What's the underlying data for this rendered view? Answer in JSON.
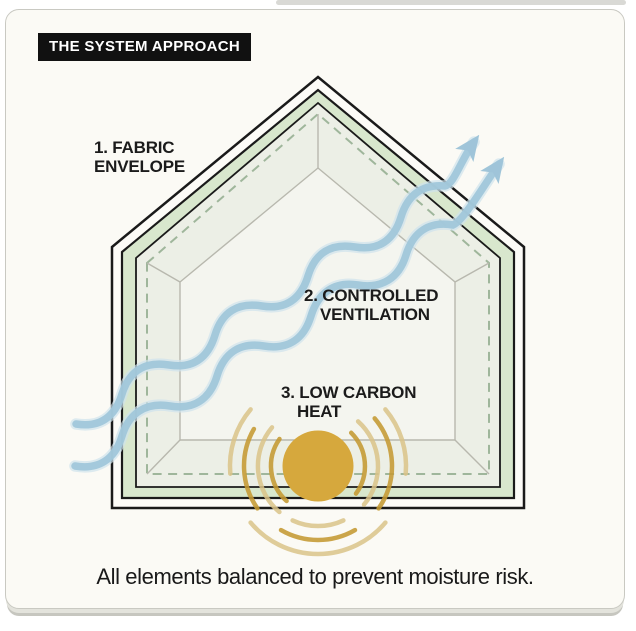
{
  "badge": {
    "label": "THE SYSTEM APPROACH"
  },
  "labels": [
    {
      "line1": "1. FABRIC",
      "line2": "ENVELOPE"
    },
    {
      "line1": "2. CONTROLLED",
      "line2": "VENTILATION"
    },
    {
      "line1": "3. LOW CARBON",
      "line2": "HEAT"
    }
  ],
  "caption": "All elements balanced to prevent moisture risk.",
  "colors": {
    "insulation_green": "#d8e7cd",
    "ventilation_blue": "#a2c8db",
    "ventilation_blue_halo": "#cfe3ed",
    "heat_gold": "#d6a83d",
    "heat_arc_dark": "#c59a33",
    "heat_arc_light": "#dbc489",
    "line_black": "#1a1a1a",
    "dashed_green": "#9fb69b",
    "badge_bg": "#111111",
    "card_bg": "#fbfaf5"
  }
}
